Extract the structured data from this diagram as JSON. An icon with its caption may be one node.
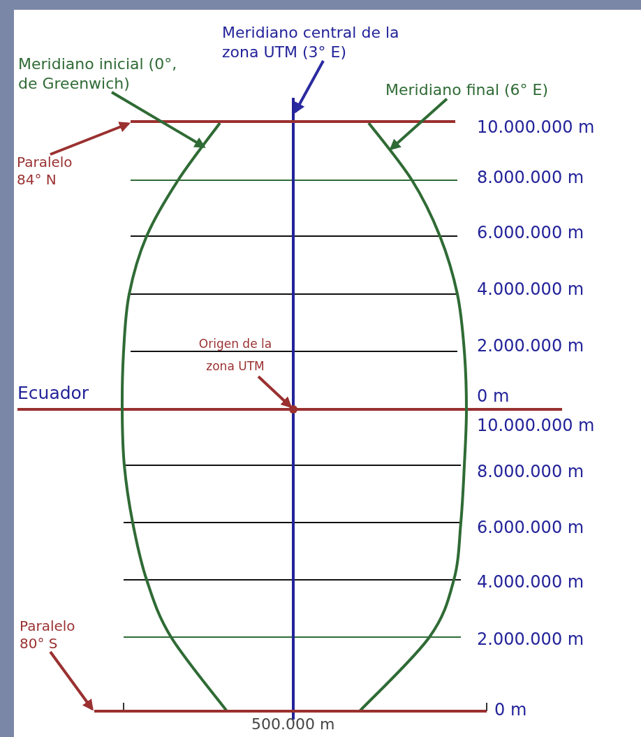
{
  "diagram": {
    "nodes": [
      {
        "text": [
          "Meridiano central de la zona UTM (3° E)"
        ]
      },
      {
        "text": [
          "Meridiano inicial (0°, de Greenwich)"
        ]
      },
      {
        "text": [
          "Meridiano final (6° E)"
        ]
      },
      {
        "text": [
          "Paralelo 84° N"
        ]
      },
      {
        "text": [
          "Origen de la zona UTM"
        ]
      },
      {
        "text": [
          "Paralelo 80° S"
        ]
      },
      {
        "text": [],
        "shape": "curve"
      },
      {
        "text": [],
        "shape": "line"
      },
      {
        "text": [],
        "shape": "curve"
      },
      {
        "text": [],
        "shape": "line"
      },
      {
        "text": [],
        "shape": "circle"
      },
      {
        "text": [],
        "shape": "line"
      }
    ],
    "edges": [
      {
        "from": 0,
        "to": 7,
        "arrow": "to",
        "color": "#2a2aa0"
      },
      {
        "from": 1,
        "to": 6,
        "arrow": "to",
        "color": "#2f6b35"
      },
      {
        "from": 2,
        "to": 8,
        "arrow": "to",
        "color": "#2f6b35"
      },
      {
        "from": 3,
        "to": 9,
        "arrow": "to",
        "color": "#9a3030"
      },
      {
        "from": 4,
        "to": 10,
        "arrow": "to",
        "color": "#9a3030"
      },
      {
        "from": 5,
        "to": 11,
        "arrow": "to",
        "color": "#9a3030"
      }
    ],
    "labels": [
      "10.000.000 m",
      "8.000.000 m",
      "6.000.000 m",
      "4.000.000 m",
      "2.000.000 m",
      "Ecuador",
      "0 m",
      "10.000.000 m",
      "8.000.000 m",
      "6.000.000 m",
      "4.000.000 m",
      "2.000.000 m",
      "0 m",
      "500.000 m"
    ]
  }
}
